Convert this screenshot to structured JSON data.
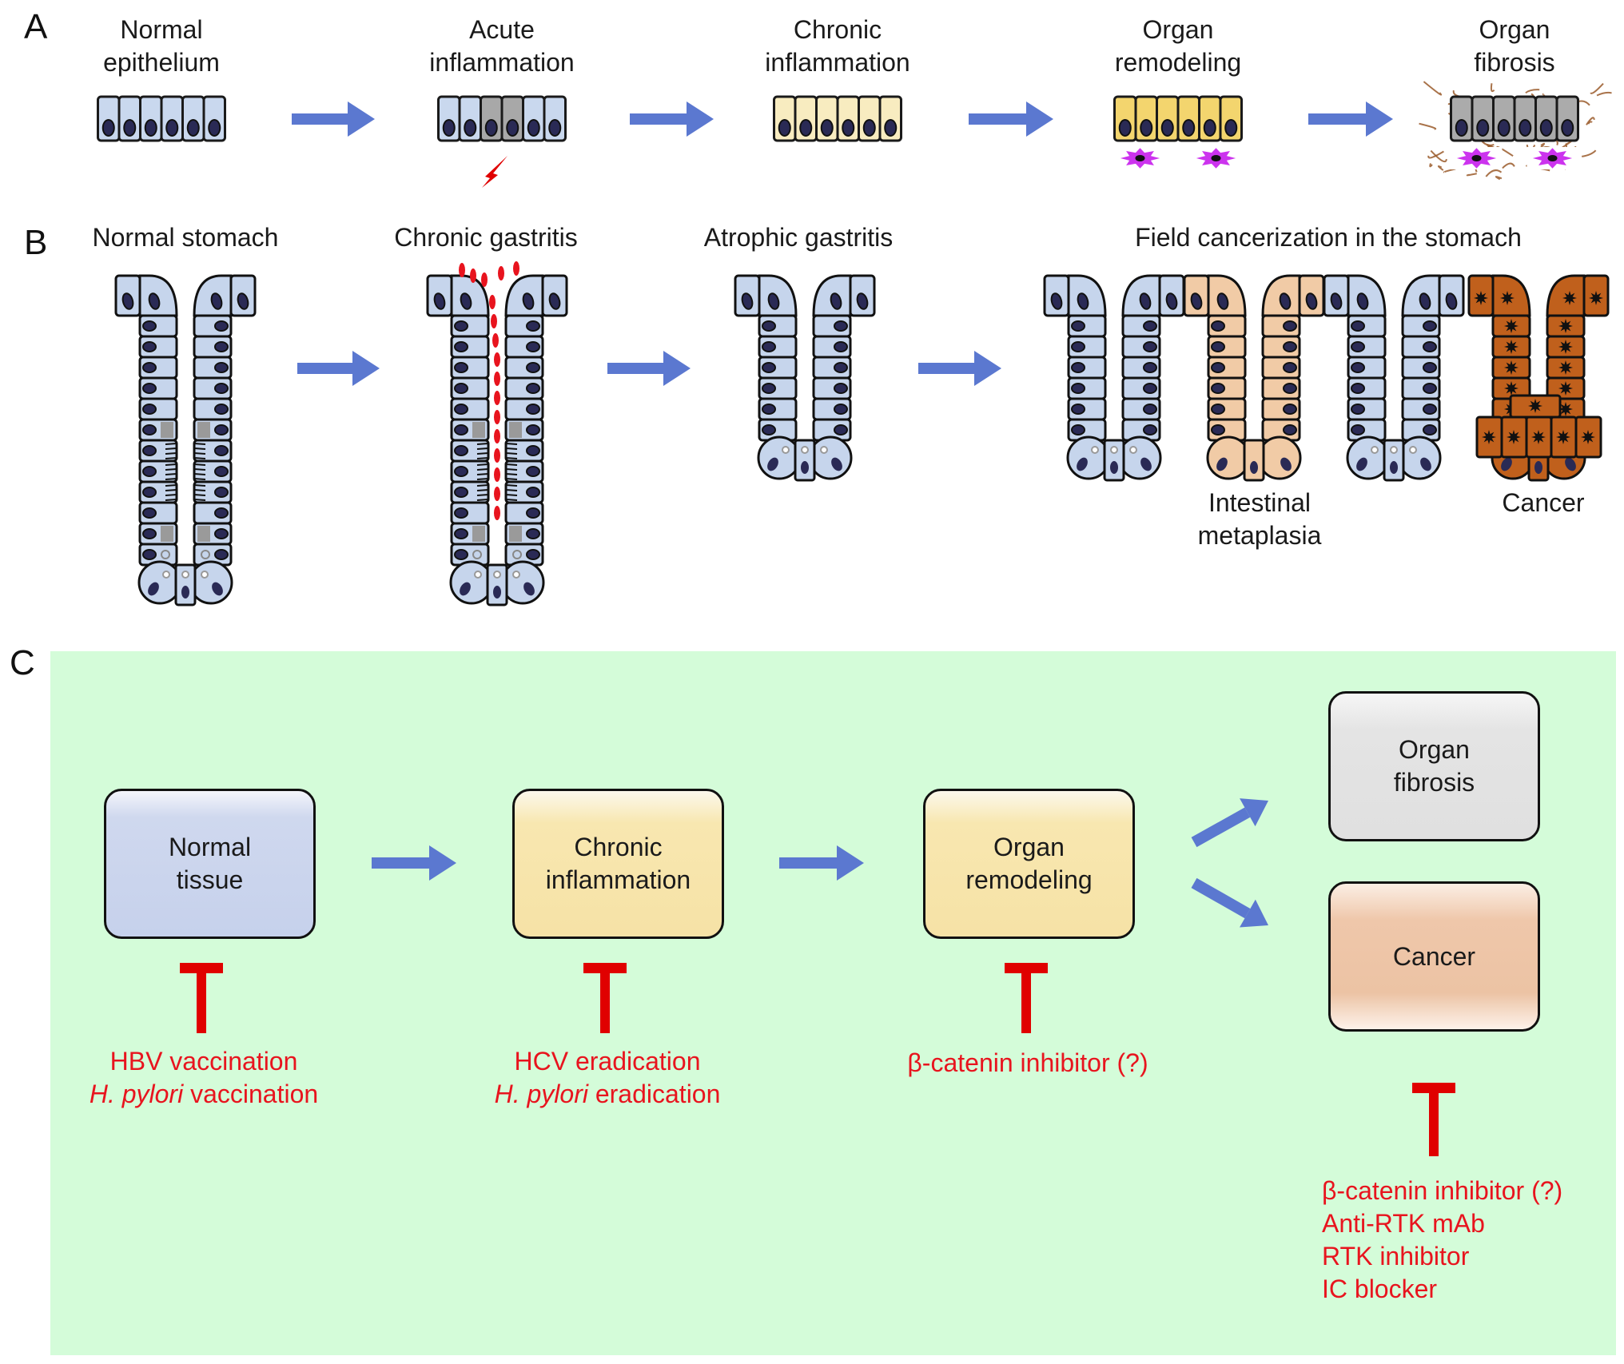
{
  "panel_a": {
    "letter": "A",
    "stages": [
      {
        "line1": "Normal",
        "line2": "epithelium",
        "cell_color": "#c9d8ee",
        "abnormal_cells": [],
        "stromal_cells": false,
        "fibrosis": false,
        "injury": false
      },
      {
        "line1": "Acute",
        "line2": "inflammation",
        "cell_color": "#c9d8ee",
        "abnormal_cells": [
          2,
          3
        ],
        "abnormal_color": "#a8a8a8",
        "stromal_cells": false,
        "fibrosis": false,
        "injury": true
      },
      {
        "line1": "Chronic",
        "line2": "inflammation",
        "cell_color": "#f8ecc0",
        "abnormal_cells": [],
        "stromal_cells": false,
        "fibrosis": false,
        "injury": false
      },
      {
        "line1": "Organ",
        "line2": "remodeling",
        "cell_color": "#f3d56e",
        "abnormal_cells": [],
        "stromal_cells": true,
        "fibrosis": false,
        "injury": false
      },
      {
        "line1": "Organ",
        "line2": "fibrosis",
        "cell_color": "#ababab",
        "abnormal_cells": [],
        "stromal_cells": true,
        "fibrosis": true,
        "injury": false
      }
    ],
    "arrow_count": 4
  },
  "panel_b": {
    "letter": "B",
    "titles": [
      "Normal stomach",
      "Chronic gastritis",
      "Atrophic gastritis",
      "Field cancerization in the stomach"
    ],
    "labels": {
      "intestinal_metaplasia": [
        "Intestinal",
        "metaplasia"
      ],
      "cancer": "Cancer"
    },
    "colors": {
      "normal": "#c6d5ec",
      "metaplasia": "#f1cba6",
      "cancer": "#c0601c",
      "inflammation": "#e8141e"
    }
  },
  "panel_c": {
    "letter": "C",
    "background": "#d4fcd9",
    "boxes": {
      "normal": [
        "Normal",
        "tissue"
      ],
      "chronic": [
        "Chronic",
        "inflammation"
      ],
      "remodeling": [
        "Organ",
        "remodeling"
      ],
      "fibrosis": [
        "Organ",
        "fibrosis"
      ],
      "cancer": [
        "Cancer"
      ]
    },
    "interventions": {
      "normal": [
        {
          "italic": "",
          "text": "HBV vaccination"
        },
        {
          "italic": "H. pylori",
          "text": " vaccination"
        }
      ],
      "chronic": [
        {
          "italic": "",
          "text": "HCV eradication"
        },
        {
          "italic": "H. pylori",
          "text": " eradication"
        }
      ],
      "remodeling": [
        {
          "italic": "",
          "text": "β-catenin inhibitor (?)"
        }
      ],
      "cancer": [
        {
          "italic": "",
          "text": "β-catenin inhibitor (?)"
        },
        {
          "italic": "",
          "text": "Anti-RTK mAb"
        },
        {
          "italic": "",
          "text": "RTK inhibitor"
        },
        {
          "italic": "",
          "text": "IC blocker"
        }
      ]
    },
    "accent_arrow": "#5b78d0",
    "inhibitor_color": "#e00000"
  }
}
